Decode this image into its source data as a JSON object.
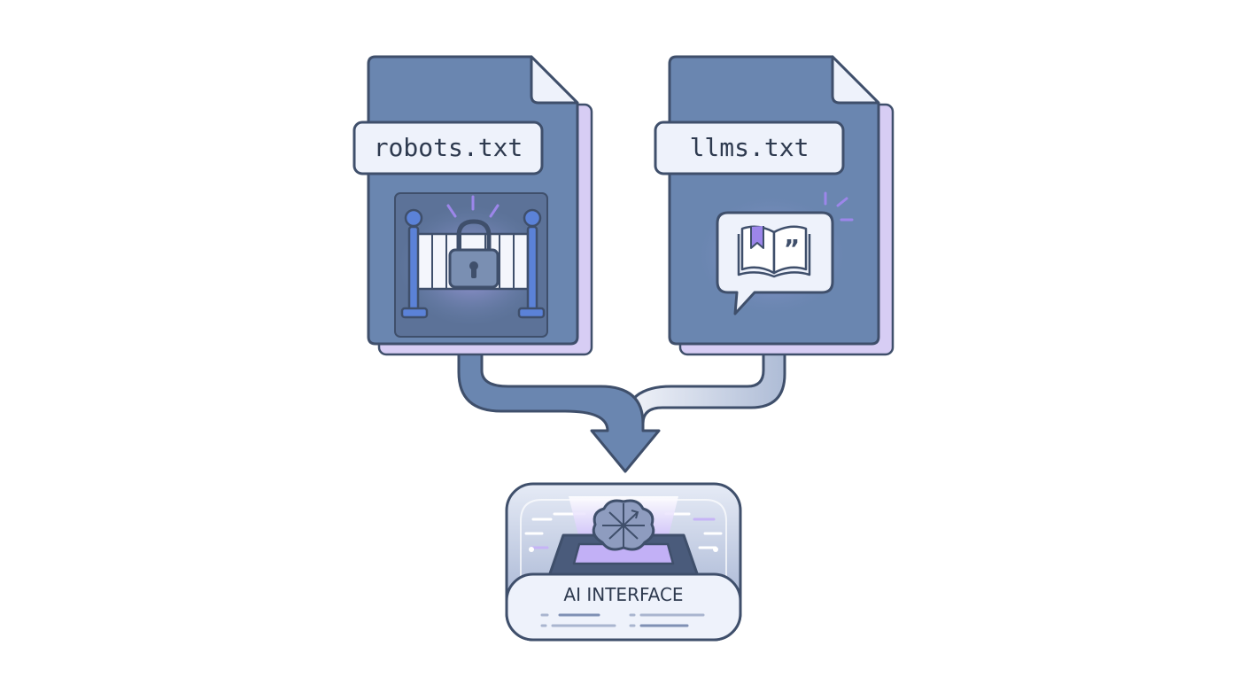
{
  "files": [
    {
      "label": "robots.txt",
      "icon": "gate-lock-icon"
    },
    {
      "label": "llms.txt",
      "icon": "book-speech-bubble-icon"
    }
  ],
  "target": {
    "label": "AI INTERFACE",
    "icon": "brain-icon"
  },
  "colors": {
    "doc_fill": "#6a86b0",
    "doc_dark": "#5c7298",
    "outline": "#3f4f6b",
    "back_sheet": "#d7cdf4",
    "label_bg": "#eef2fb",
    "accent_blue": "#5b82d8",
    "accent_purple": "#9c86ea",
    "glow": "#b9a6f5"
  }
}
